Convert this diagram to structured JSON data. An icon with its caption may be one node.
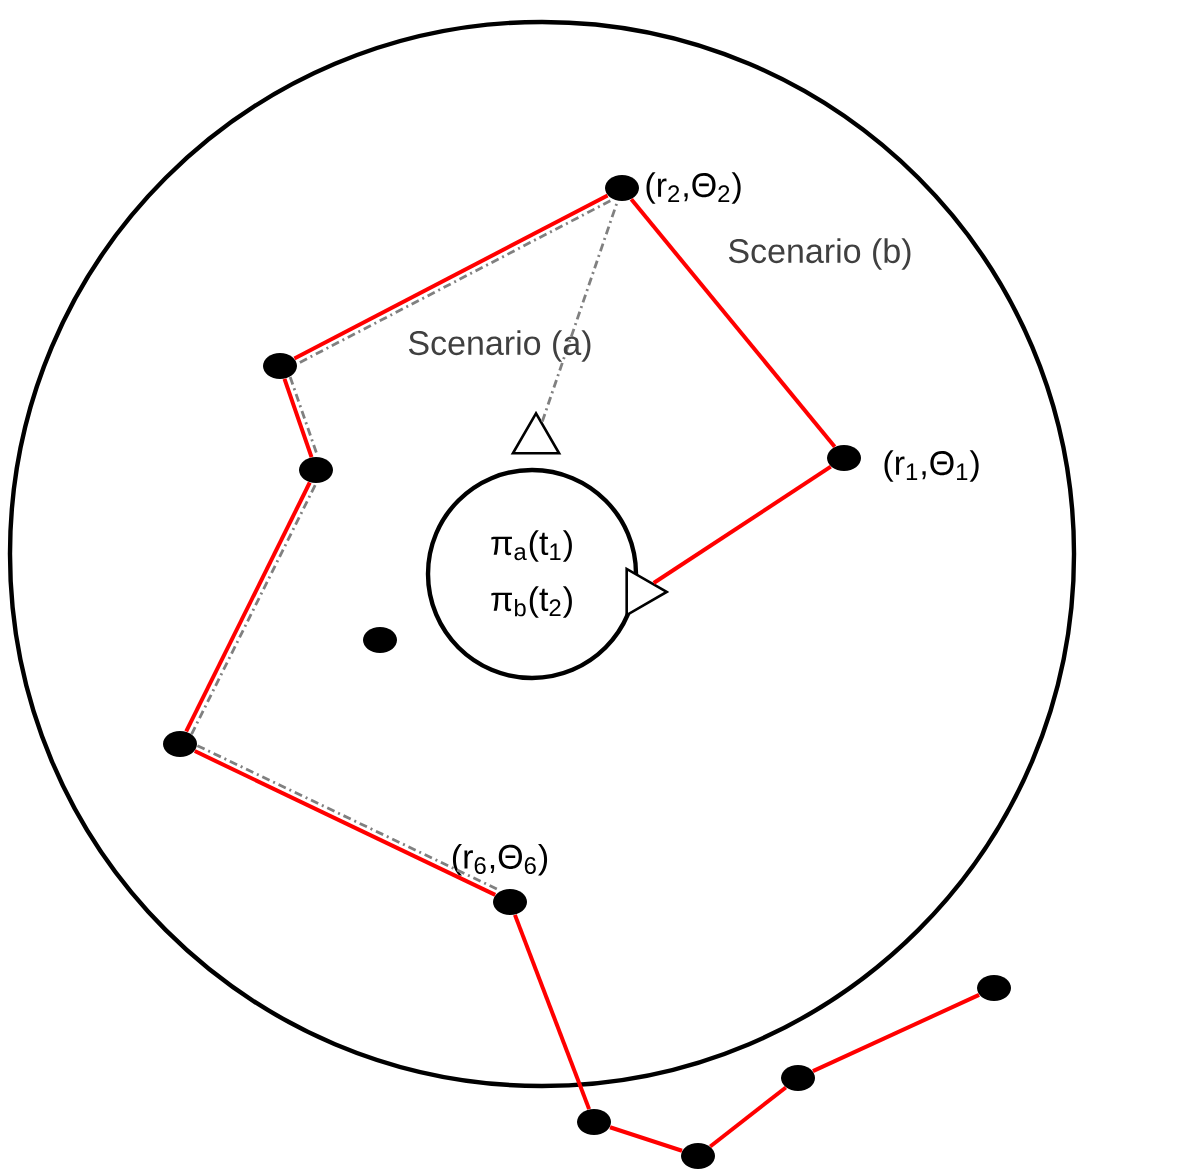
{
  "diagram": {
    "nodes": [
      {
        "text": [],
        "shape": "circle"
      },
      {
        "text": [],
        "shape": "circle",
        "in": 0,
        "beside": [
          "(r$_{2}$,Θ$_{2}$)"
        ]
      },
      {
        "text": [],
        "shape": "circle",
        "in": 0
      },
      {
        "text": [],
        "shape": "triangle",
        "in": 0
      },
      {
        "text": [],
        "shape": "circle",
        "in": 0,
        "beside": [
          "(r$_{1}$,Θ$_{1}$)"
        ]
      },
      {
        "text": [],
        "shape": "circle",
        "in": 0
      },
      {
        "text": [
          "π$_{a}$(t$_{1}$)",
          "π$_{b}$(t$_{2}$)"
        ],
        "in": 0
      },
      {
        "text": [],
        "shape": "triangle",
        "in": 0
      },
      {
        "text": [],
        "shape": "circle",
        "in": 0
      },
      {
        "text": [],
        "shape": "circle",
        "in": 0
      },
      {
        "text": [],
        "shape": "circle",
        "in": 0,
        "beside": [
          "(r$_{6}$,Θ$_{6}$)"
        ]
      },
      {
        "text": [],
        "shape": "circle"
      },
      {
        "text": [],
        "shape": "circle"
      },
      {
        "text": [],
        "shape": "circle"
      },
      {
        "text": [],
        "shape": "circle"
      }
    ],
    "edges": [
      {
        "from": 7,
        "to": 4,
        "arrow": "none"
      },
      {
        "from": 4,
        "to": 1,
        "arrow": "none"
      },
      {
        "from": 1,
        "to": 2,
        "arrow": "none"
      },
      {
        "from": 2,
        "to": 5,
        "arrow": "none"
      },
      {
        "from": 5,
        "to": 9,
        "arrow": "none"
      },
      {
        "from": 9,
        "to": 10,
        "arrow": "none"
      },
      {
        "from": 10,
        "to": 13,
        "arrow": "none"
      },
      {
        "from": 13,
        "to": 14,
        "arrow": "none"
      },
      {
        "from": 14,
        "to": 12,
        "arrow": "none"
      },
      {
        "from": 12,
        "to": 11,
        "arrow": "none"
      },
      {
        "from": 3,
        "to": 1,
        "arrow": "none",
        "style": "dashed",
        "color": "#808080"
      },
      {
        "from": 1,
        "to": 2,
        "arrow": "none",
        "style": "dashed",
        "color": "#808080"
      },
      {
        "from": 2,
        "to": 5,
        "arrow": "none",
        "style": "dashed",
        "color": "#808080"
      },
      {
        "from": 5,
        "to": 9,
        "arrow": "none",
        "style": "dashed",
        "color": "#808080"
      },
      {
        "from": 9,
        "to": 10,
        "arrow": "none",
        "style": "dashed",
        "color": "#808080"
      }
    ],
    "labels": [
      "Scenario (b)",
      "Scenario (a)"
    ]
  }
}
